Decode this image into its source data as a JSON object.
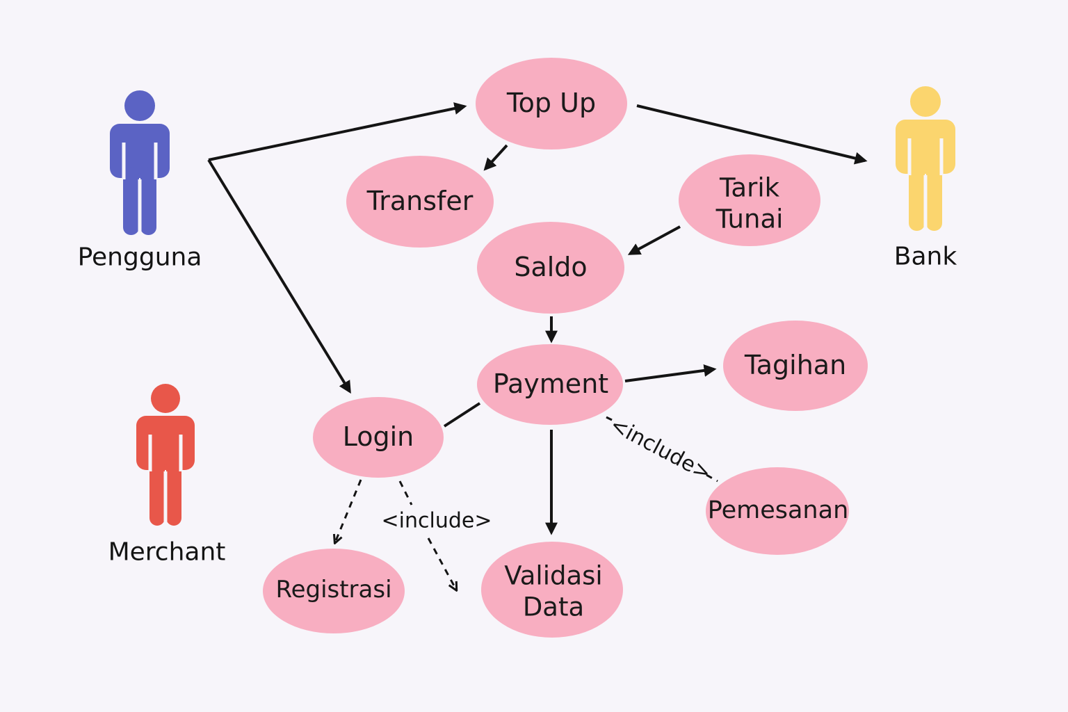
{
  "actors": {
    "pengguna": {
      "label": "Pengguna",
      "color": "#5b63c4"
    },
    "bank": {
      "label": "Bank",
      "color": "#fbd56e"
    },
    "merchant": {
      "label": "Merchant",
      "color": "#e8574a"
    }
  },
  "use_cases": {
    "top_up": "Top Up",
    "transfer": "Transfer",
    "tarik_tunai_line1": "Tarik",
    "tarik_tunai_line2": "Tunai",
    "saldo": "Saldo",
    "payment": "Payment",
    "tagihan": "Tagihan",
    "login": "Login",
    "pemesanan": "Pemesanan",
    "registrasi": "Registrasi",
    "validasi_data_line1": "Validasi",
    "validasi_data_line2": "Data"
  },
  "relations": {
    "include_login": "<include>",
    "include_payment": "<include>"
  },
  "colors": {
    "use_case_fill": "#f8aec1",
    "line": "#141414",
    "background": "#f7f5fa"
  }
}
